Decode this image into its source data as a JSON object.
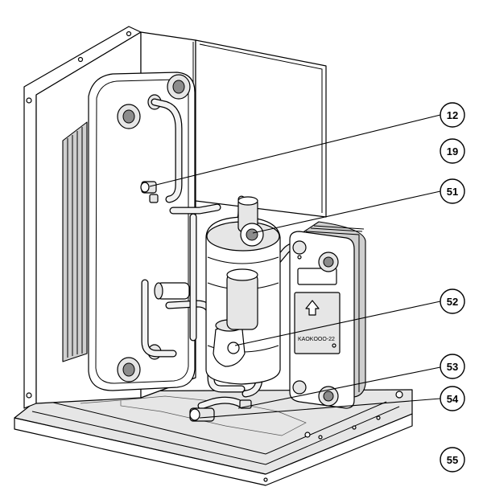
{
  "callouts": [
    {
      "id": "12"
    },
    {
      "id": "19"
    },
    {
      "id": "51"
    },
    {
      "id": "52"
    },
    {
      "id": "53"
    },
    {
      "id": "54"
    },
    {
      "id": "55"
    }
  ],
  "exchanger_marking": "KAOKOOO-22"
}
